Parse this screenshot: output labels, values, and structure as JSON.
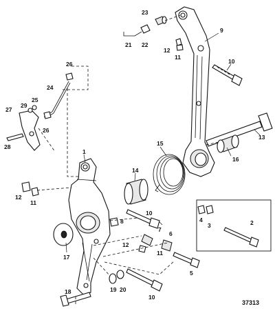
{
  "figure_code": "37313",
  "callouts": {
    "c1": "1",
    "c2": "2",
    "c3": "3",
    "c4": "4",
    "c5": "5",
    "c6": "6",
    "c7": "7",
    "c8": "8",
    "c9": "9",
    "c10a": "10",
    "c10b": "10",
    "c10c": "10",
    "c11a": "11",
    "c11b": "11",
    "c11c": "11",
    "c12a": "12",
    "c12b": "12",
    "c12c": "12",
    "c13": "13",
    "c14": "14",
    "c15": "15",
    "c16": "16",
    "c17": "17",
    "c18": "18",
    "c19": "19",
    "c20": "20",
    "c21": "21",
    "c22": "22",
    "c23": "23",
    "c24": "24",
    "c25": "25",
    "c26a": "26",
    "c26b": "26",
    "c27": "27",
    "c28": "28",
    "c29": "29"
  }
}
